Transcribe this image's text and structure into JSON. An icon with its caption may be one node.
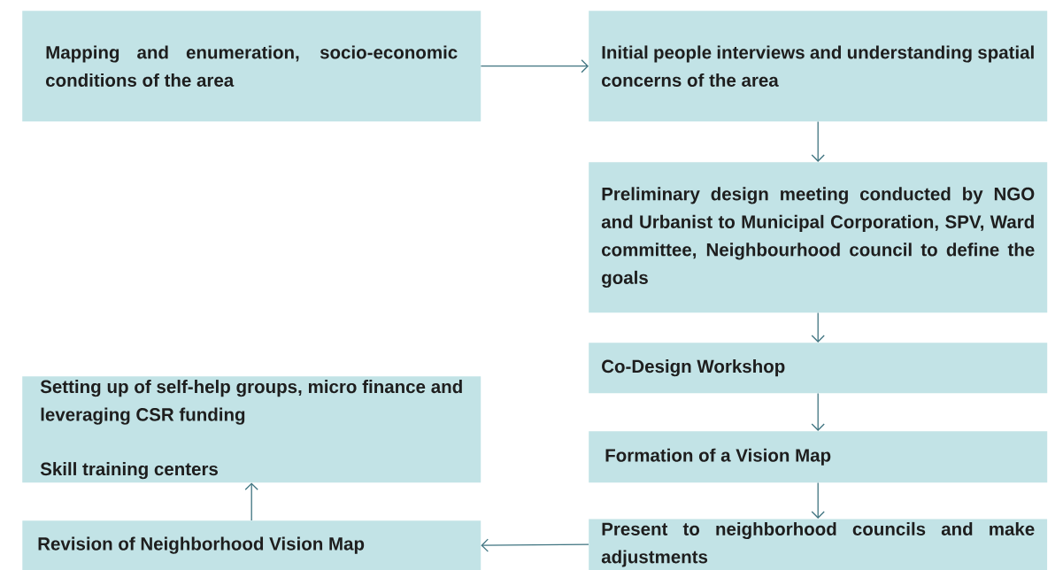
{
  "diagram": {
    "nodes": [
      {
        "text": [
          "Mapping and enumeration, socio-economic conditions of the area"
        ]
      },
      {
        "text": [
          "Initial people interviews and understanding spatial concerns of the area"
        ]
      },
      {
        "text": [
          "Preliminary design meeting conducted by NGO and Urbanist to Municipal Corporation, SPV, Ward committee, Neighbourhood council to define the goals"
        ]
      },
      {
        "text": [
          "Co-Design Workshop"
        ]
      },
      {
        "text": [
          "Formation of a Vision Map"
        ]
      },
      {
        "text": [
          "Present to neighborhood councils and make adjustments"
        ]
      },
      {
        "text": [
          "Setting up of self-help groups, micro finance and leveraging CSR funding",
          "Skill training centers"
        ]
      },
      {
        "text": [
          "Revision of Neighborhood Vision Map"
        ]
      }
    ],
    "edges": [
      {
        "from": 0,
        "to": 1,
        "arrow": "to"
      },
      {
        "from": 1,
        "to": 2,
        "arrow": "to"
      },
      {
        "from": 2,
        "to": 3,
        "arrow": "to"
      },
      {
        "from": 3,
        "to": 4,
        "arrow": "to"
      },
      {
        "from": 4,
        "to": 5,
        "arrow": "to"
      },
      {
        "from": 5,
        "to": 7,
        "arrow": "to"
      },
      {
        "from": 7,
        "to": 6,
        "arrow": "to"
      }
    ]
  }
}
